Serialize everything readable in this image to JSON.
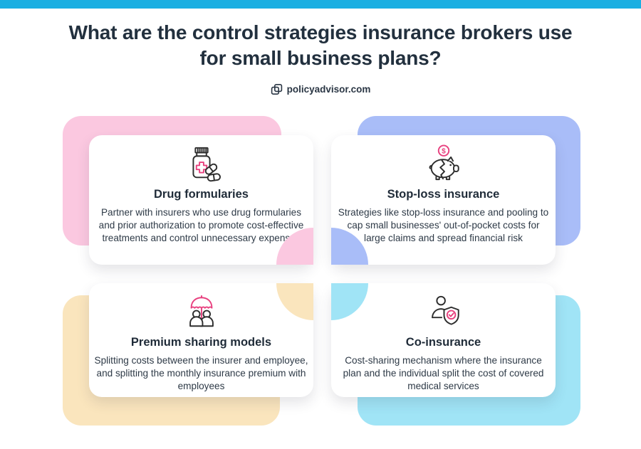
{
  "page": {
    "title_line1": "What are the control strategies insurance brokers use",
    "title_line2": "for small business plans?",
    "brand": "policyadvisor.com"
  },
  "colors": {
    "topbar": "#1bafe2",
    "pink_accent": "#e8417f",
    "title_text": "#22303e",
    "body_text": "#2e3a47"
  },
  "cards": [
    {
      "id": "drug-formularies",
      "icon": "pill-bottle-icon",
      "accent_color": "#fbc8e0",
      "title": "Drug formularies",
      "body": "Partner with insurers who use drug formularies and prior authorization to promote cost-effective treatments and control unnecessary expenses"
    },
    {
      "id": "stop-loss-insurance",
      "icon": "piggy-bank-icon",
      "accent_color": "#a9bdf8",
      "title": "Stop-loss insurance",
      "body": "Strategies like stop-loss insurance and pooling to cap small businesses' out-of-pocket costs for large claims and spread financial risk"
    },
    {
      "id": "premium-sharing-models",
      "icon": "umbrella-people-icon",
      "accent_color": "#fae5bd",
      "title": "Premium sharing models",
      "body": "Splitting costs between the insurer and employee, and splitting the monthly insurance premium with employees"
    },
    {
      "id": "co-insurance",
      "icon": "person-shield-icon",
      "accent_color": "#a0e4f6",
      "title": "Co-insurance",
      "body": "Cost-sharing mechanism where the insurance plan and the individual split the cost of covered medical services"
    }
  ]
}
